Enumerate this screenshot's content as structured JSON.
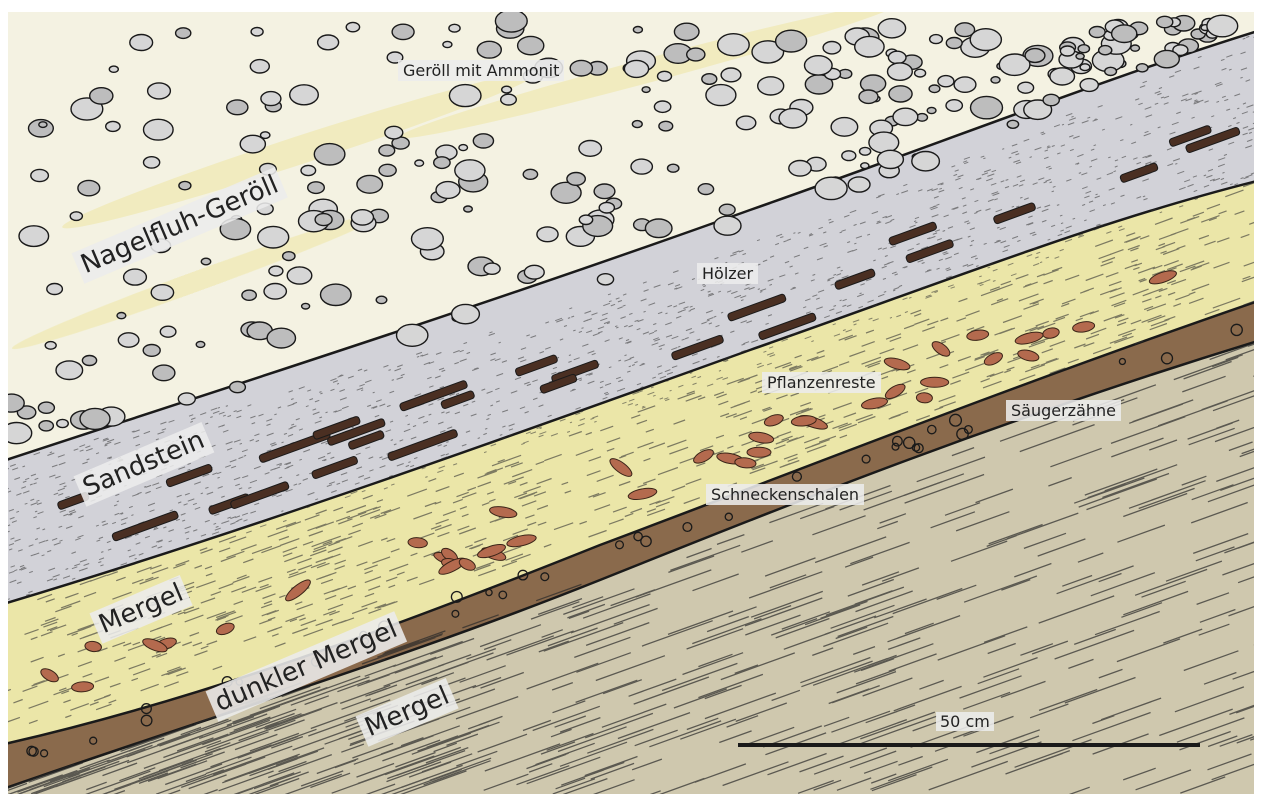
{
  "labels": {
    "geroell_ammonit": "Geröll mit Ammonit",
    "nagelfluh": "Nagelfluh-Geröll",
    "hoelzer": "Hölzer",
    "sandstein": "Sandstein",
    "pflanzenreste": "Pflanzenreste",
    "saeugerzaehne": "Säugerzähne",
    "schneckenschalen": "Schneckenschalen",
    "mergel_upper": "Mergel",
    "dunkler_mergel": "dunkler Mergel",
    "mergel_lower": "Mergel"
  },
  "scale": {
    "label": "50 cm"
  },
  "colors": {
    "conglomerate": "#f4f2e4",
    "sandstone": "#cfcfd6",
    "yellow_marl": "#e9e49a",
    "dark_marl": "#8a6a4c",
    "lower_marl": "#cdc6ad",
    "outline": "#1a1a1a",
    "wood": "#4a2f22",
    "leaf": "#b46a4e"
  }
}
